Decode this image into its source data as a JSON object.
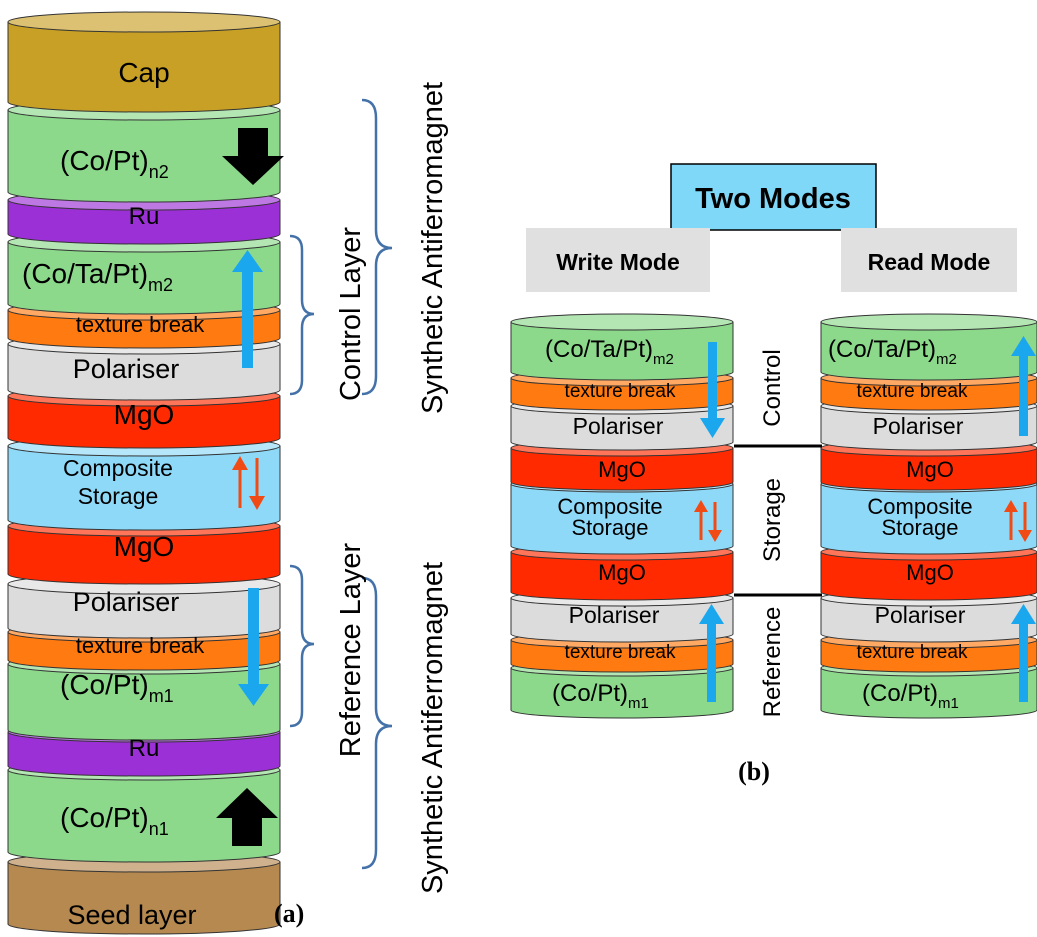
{
  "colors": {
    "cap": "#C8A025",
    "green": "#8CD98C",
    "purple": "#9B30D6",
    "orange": "#FF7A10",
    "gray": "#DCDCDC",
    "red": "#FF2A00",
    "lightblue": "#8FD9F8",
    "seed": "#B5894F",
    "blue_arrow": "#1AA7EE",
    "red_arrow": "#F04A15",
    "bracket": "#4472A8",
    "modes_box": "#7FD8F8",
    "mode_header": "#E0E0E0"
  },
  "panel_a": {
    "label": "(a)",
    "layers": {
      "cap": "Cap",
      "copt_n2_base": "(Co/Pt)",
      "copt_n2_sub": "n2",
      "ru_top": "Ru",
      "cotapt_base": "(Co/Ta/Pt)",
      "cotapt_sub": "m2",
      "texture_top": "texture break",
      "polariser_top": "Polariser",
      "mgo_top": "MgO",
      "storage_line1": "Composite",
      "storage_line2": "Storage",
      "mgo_bottom": "MgO",
      "polariser_bottom": "Polariser",
      "texture_bottom": "texture break",
      "copt_m1_base": "(Co/Pt)",
      "copt_m1_sub": "m1",
      "ru_bottom": "Ru",
      "copt_n1_base": "(Co/Pt)",
      "copt_n1_sub": "n1",
      "seed": "Seed layer"
    },
    "brackets": {
      "control_layer": "Control Layer",
      "saf_top": "Synthetic Antiferromagnet",
      "reference_layer": "Reference Layer",
      "saf_bottom": "Synthetic Antiferromagnet"
    }
  },
  "panel_b": {
    "label": "(b)",
    "title": "Two Modes",
    "write_mode": "Write Mode",
    "read_mode": "Read Mode",
    "layers": {
      "cotapt_base": "(Co/Ta/Pt)",
      "cotapt_sub": "m2",
      "texture_top": "texture break",
      "polariser_top": "Polariser",
      "mgo_top": "MgO",
      "storage_line1": "Composite",
      "storage_line2": "Storage",
      "mgo_bottom": "MgO",
      "polariser_bottom": "Polariser",
      "texture_bottom": "texture break",
      "copt_m1_base": "(Co/Pt)",
      "copt_m1_sub": "m1"
    },
    "region_labels": {
      "control": "Control",
      "storage": "Storage",
      "reference": "Reference"
    }
  }
}
